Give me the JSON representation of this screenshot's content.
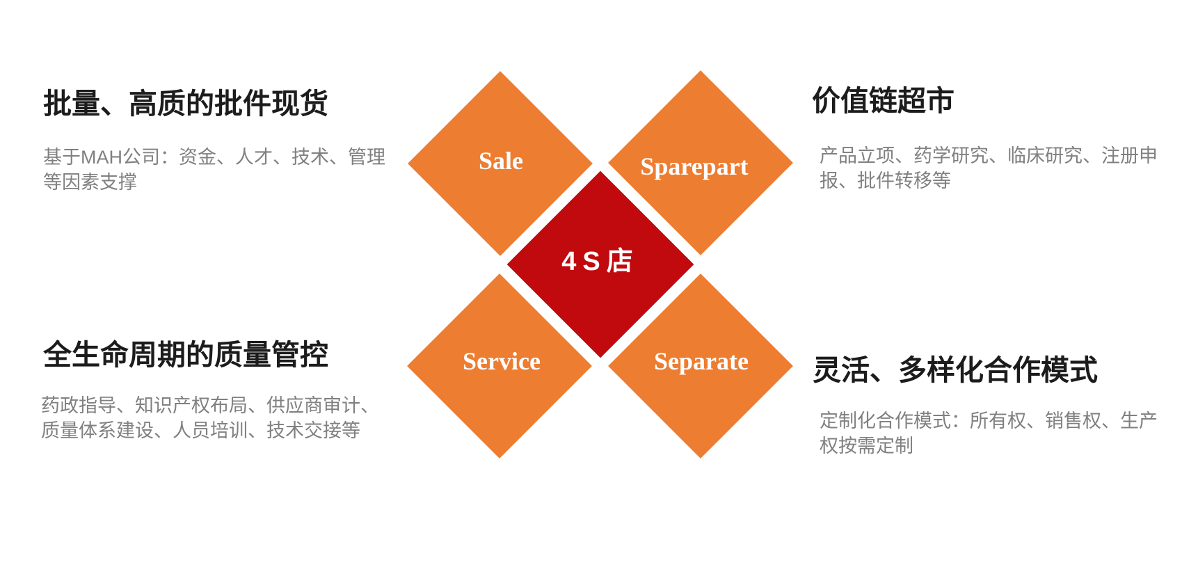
{
  "diagram": {
    "center": {
      "label": "4S店"
    },
    "quadrants": [
      {
        "position": "top-left",
        "label": "Sale"
      },
      {
        "position": "top-right",
        "label": "Sparepart"
      },
      {
        "position": "bottom-left",
        "label": "Service"
      },
      {
        "position": "bottom-right",
        "label": "Separate"
      }
    ],
    "colors": {
      "quadrant_orange": "#ED7D31",
      "center_red": "#C00A0E",
      "label_text": "#FFFFFF"
    }
  },
  "blocks": {
    "top_left": {
      "heading": "批量、高质的批件现货",
      "body_lines": [
        "基于MAH公司：资金、人才、技术、管理",
        "等因素支撑"
      ]
    },
    "top_right": {
      "heading": "价值链超市",
      "body_lines": [
        "产品立项、药学研究、临床研究、注册申",
        "报、批件转移等"
      ]
    },
    "bottom_left": {
      "heading": "全生命周期的质量管控",
      "body_lines": [
        "药政指导、知识产权布局、供应商审计、",
        "质量体系建设、人员培训、技术交接等"
      ]
    },
    "bottom_right": {
      "heading": "灵活、多样化合作模式",
      "body_lines": [
        "定制化合作模式：所有权、销售权、生产",
        "权按需定制"
      ]
    }
  }
}
